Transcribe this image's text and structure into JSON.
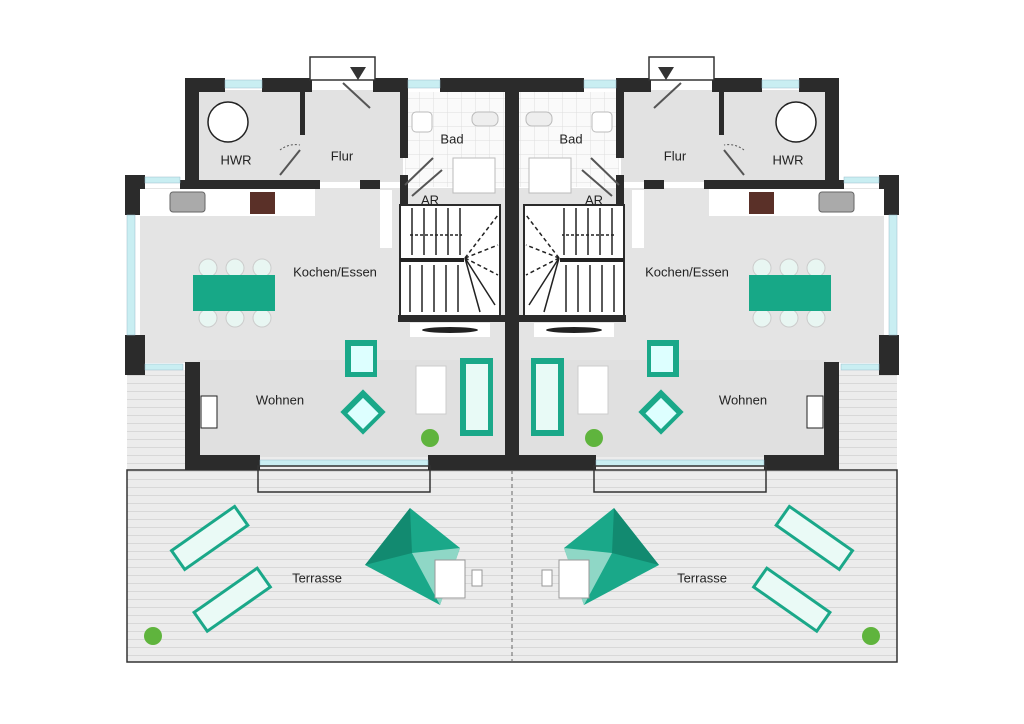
{
  "colors": {
    "wall": "#2b2b2b",
    "accent": "#1aa889",
    "floor": "#e2e2e2",
    "terrace": "#ececec",
    "window": "#c9eef2"
  },
  "units": [
    {
      "side": "left",
      "rooms": {
        "hwr": "HWR",
        "flur": "Flur",
        "bad": "Bad",
        "ar": "AR",
        "kochen": "Kochen/Essen",
        "wohnen": "Wohnen",
        "terrasse": "Terrasse"
      }
    },
    {
      "side": "right",
      "rooms": {
        "hwr": "HWR",
        "flur": "Flur",
        "bad": "Bad",
        "ar": "AR",
        "kochen": "Kochen/Essen",
        "wohnen": "Wohnen",
        "terrasse": "Terrasse"
      }
    }
  ]
}
